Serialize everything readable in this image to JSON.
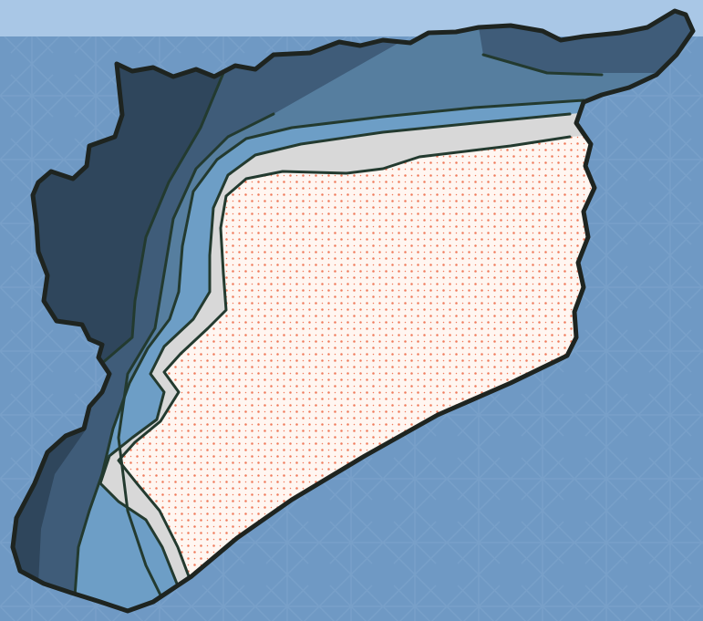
{
  "map": {
    "background_color": "#6f99c4",
    "background_pattern_color": "#8db1d6",
    "top_band_color": "#a9c7e6",
    "border_color": "#1e2420",
    "zone_line_color": "#233a2f",
    "zones": [
      {
        "id": "zone-1",
        "color": "#2f465c"
      },
      {
        "id": "zone-2",
        "color": "#3f5c79"
      },
      {
        "id": "zone-3",
        "color": "#567e9f"
      },
      {
        "id": "zone-4",
        "color": "#6d9ec6"
      },
      {
        "id": "zone-5",
        "color": "#d8d8d8"
      },
      {
        "id": "zone-6",
        "color": "#fff6f1",
        "pattern": "dots",
        "pattern_color": "#f07a5a"
      }
    ]
  }
}
